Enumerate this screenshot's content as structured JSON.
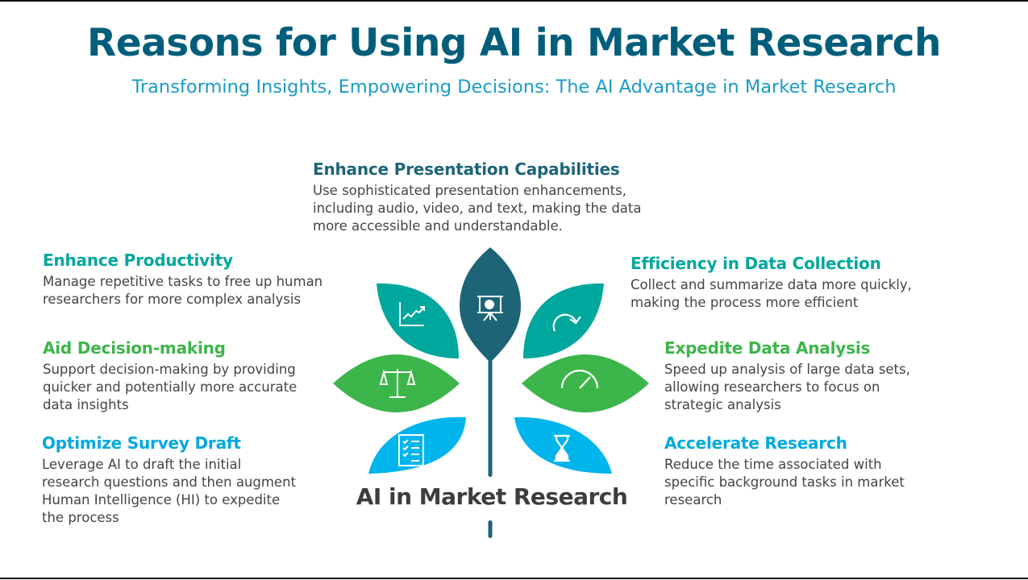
{
  "title": "Reasons for Using AI in Market Research",
  "subtitle": "Transforming Insights, Empowering Decisions: The AI Advantage in Market Research",
  "center_label": "AI in Market Research",
  "colors": {
    "title": "#005e7a",
    "subtitle": "#1a9bc7",
    "teal": "#00a79d",
    "dark_teal": "#1e6477",
    "green": "#3cb54a",
    "blue": "#00b4ec",
    "body_text": "#444444"
  },
  "items": [
    {
      "heading": "Enhance Presentation Capabilities",
      "text": [
        "Use sophisticated presentation enhancements,",
        "including audio, video, and text, making the data",
        "more accessible and understandable."
      ],
      "icon": "presentation-chart-icon"
    },
    {
      "heading": "Enhance Productivity",
      "text": [
        "Manage repetitive tasks to free up human",
        "researchers for more complex analysis"
      ],
      "icon": "growth-chart-icon"
    },
    {
      "heading": "Efficiency in Data Collection",
      "text": [
        "Collect and summarize data more quickly,",
        "making the process more efficient"
      ],
      "icon": "refresh-arrow-icon"
    },
    {
      "heading": "Aid Decision-making",
      "text": [
        "Support decision-making by providing",
        "quicker and potentially more accurate",
        "data insights"
      ],
      "icon": "balance-scale-icon"
    },
    {
      "heading": "Expedite Data Analysis",
      "text": [
        "Speed up analysis of large data sets,",
        "allowing researchers to focus on",
        "strategic analysis"
      ],
      "icon": "speedometer-icon"
    },
    {
      "heading": "Optimize Survey Draft",
      "text": [
        "Leverage AI to draft the initial",
        "research questions and then augment",
        "Human Intelligence (HI) to expedite",
        "the process"
      ],
      "icon": "checklist-icon"
    },
    {
      "heading": "Accelerate Research",
      "text": [
        "Reduce the time associated with",
        "specific background tasks in market",
        "research"
      ],
      "icon": "hourglass-icon"
    }
  ]
}
